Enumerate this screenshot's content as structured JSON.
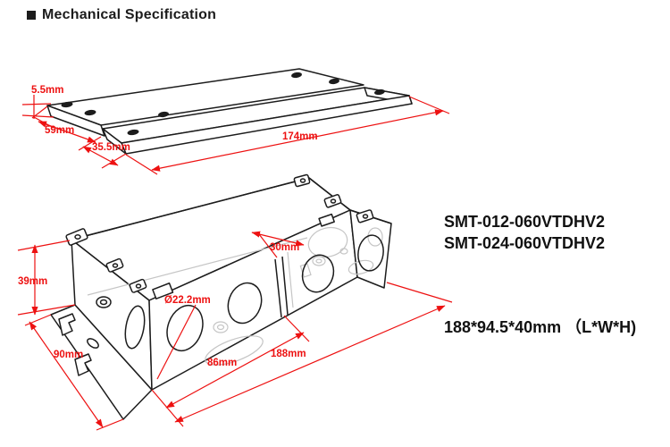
{
  "title": "Mechanical Specification",
  "colors": {
    "dimension": "#ed1111",
    "line": "#1c1c1c",
    "hidden": "#c5c5c5"
  },
  "cover_view": {
    "dims": {
      "thickness": "5.5mm",
      "rear_plate_width": "59mm",
      "front_plate_width": "35.5mm",
      "length": "174mm"
    }
  },
  "enclosure_view": {
    "dims": {
      "height": "39mm",
      "base_width": "90mm",
      "driver_section_length": "86mm",
      "overall_length": "188mm",
      "junction_section_width": "30mm",
      "knockout_diameter": "Ø22.2mm"
    }
  },
  "product": {
    "models": [
      "SMT-012-060VTDHV2",
      "SMT-024-060VTDHV2"
    ],
    "overall_size": "188*94.5*40mm （L*W*H)"
  }
}
